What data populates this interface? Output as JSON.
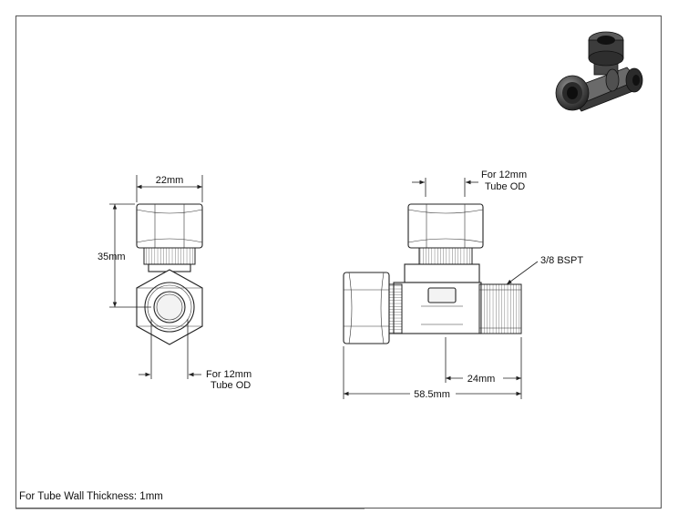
{
  "front_view": {
    "width_dim": "22mm",
    "height_dim": "35mm",
    "tube_od_line1": "For 12mm",
    "tube_od_line2": "Tube OD"
  },
  "side_view": {
    "tube_od_line1": "For 12mm",
    "tube_od_line2": "Tube OD",
    "thread_label": "3/8 BSPT",
    "short_dim": "24mm",
    "overall_dim": "58.5mm"
  },
  "footer_note": "For Tube Wall Thickness: 1mm",
  "iso_view": {
    "icon": "tee-fitting-3d-icon",
    "color": "#3a3a3a"
  }
}
